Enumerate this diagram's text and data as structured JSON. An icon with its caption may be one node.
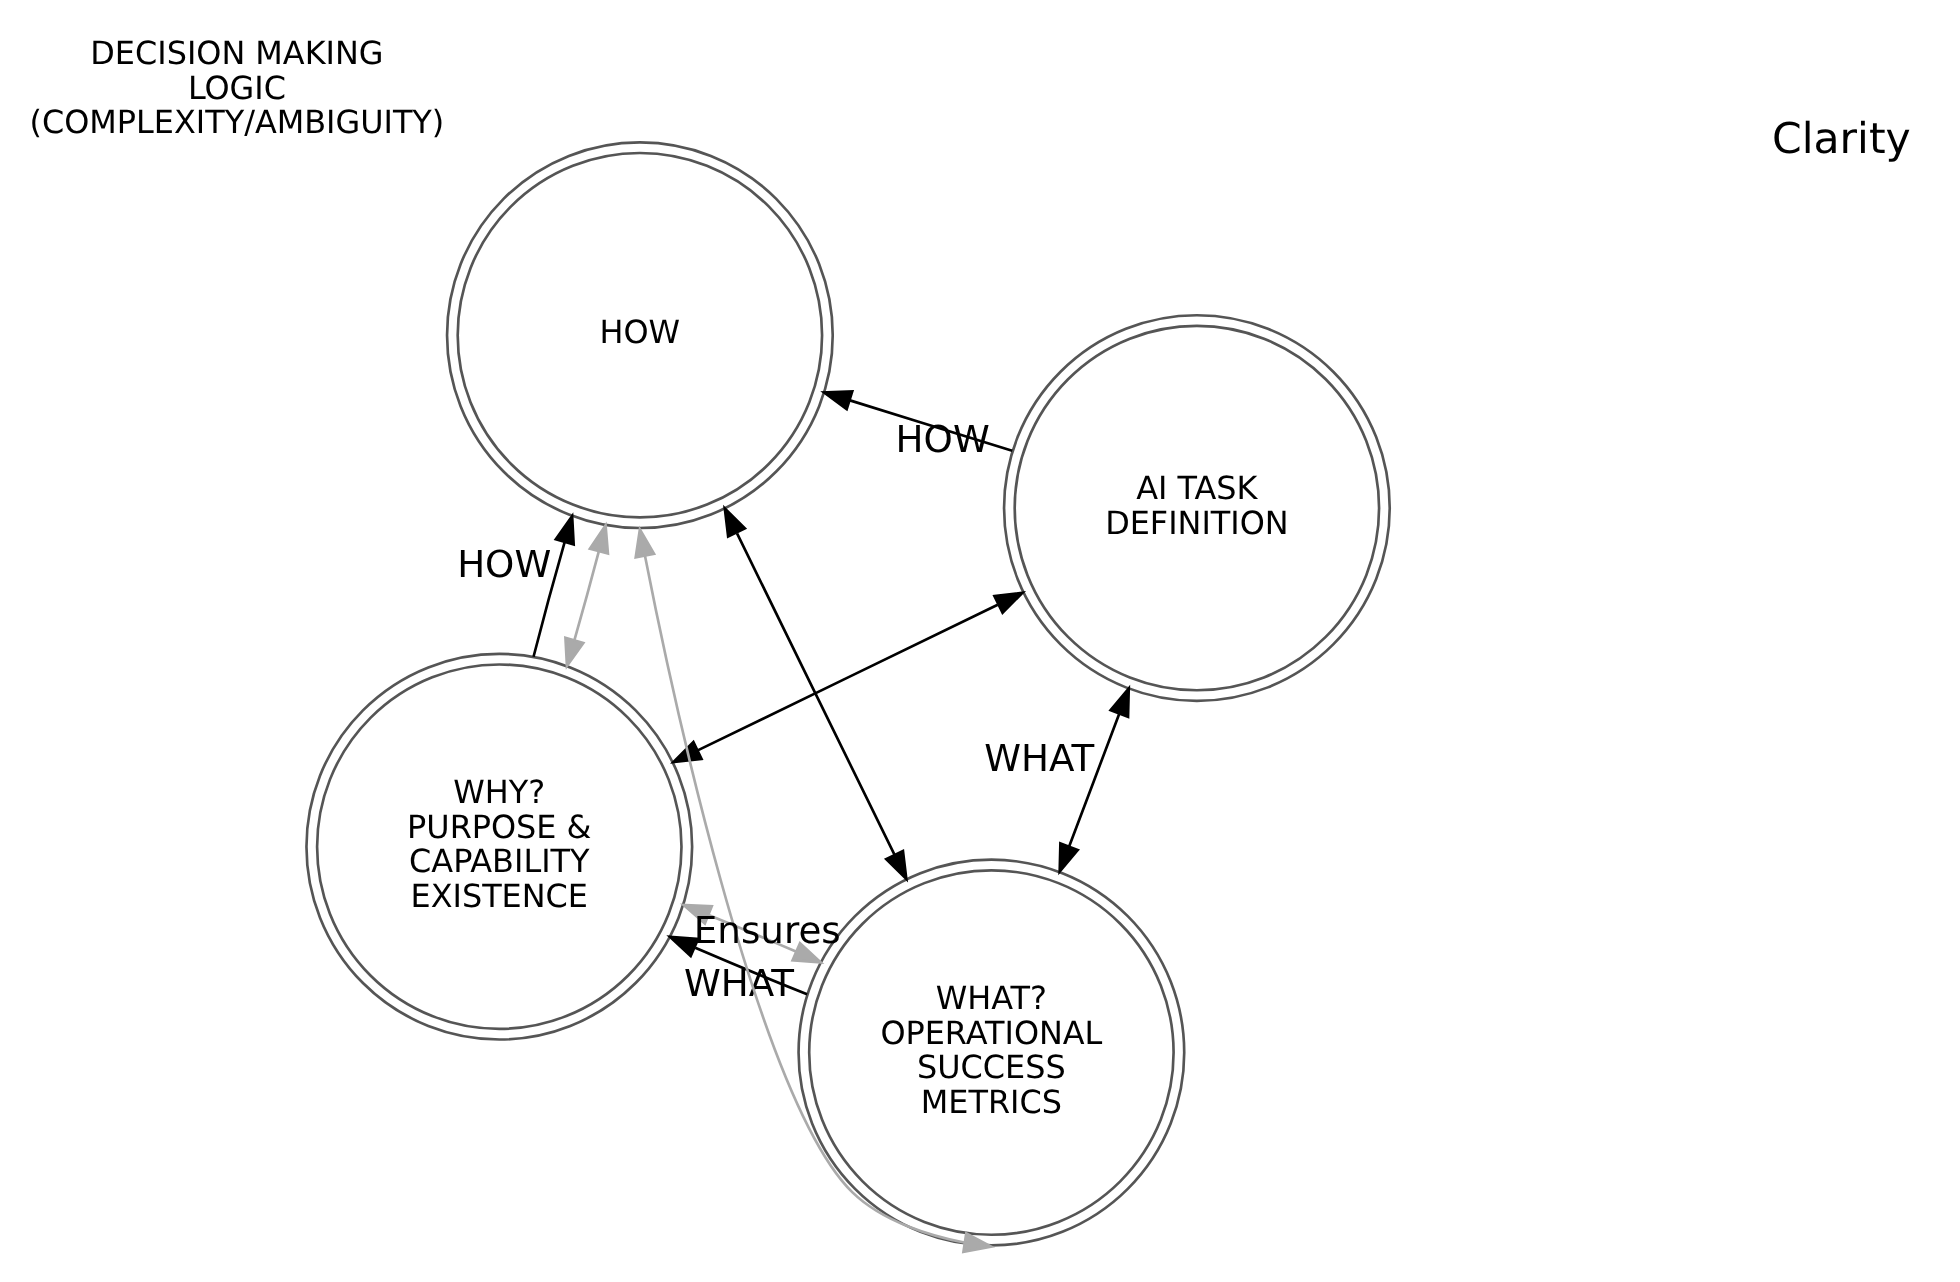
{
  "diagram": {
    "nodes": [
      {
        "text": [
          "WHY?",
          "PURPOSE & CAPABILITY EXISTENCE"
        ]
      },
      {
        "text": [
          "AI TASK DEFINITION"
        ]
      },
      {
        "text": [
          "WHAT?",
          "OPERATIONAL SUCCESS METRICS"
        ]
      },
      {
        "text": [
          "HOW"
        ],
        "beside": [
          "DECISION MAKING LOGIC (COMPLEXITY/AMBIGUITY)"
        ]
      }
    ],
    "edges": [
      {
        "from": 2,
        "to": 0,
        "arrow": "to",
        "label": "WHAT"
      },
      {
        "from": 0,
        "to": 3,
        "arrow": "to",
        "label": "HOW"
      },
      {
        "from": 0,
        "to": 1,
        "arrow": "both"
      },
      {
        "from": 1,
        "to": 2,
        "arrow": "both",
        "label": "WHAT"
      },
      {
        "from": 1,
        "to": 3,
        "arrow": "to",
        "label": "HOW"
      },
      {
        "from": 2,
        "to": 3,
        "arrow": "both"
      },
      {
        "from": 0,
        "to": 2,
        "arrow": "both",
        "color": "#aaaaaa"
      },
      {
        "from": 0,
        "to": 3,
        "arrow": "both",
        "color": "#aaaaaa"
      },
      {
        "from": 2,
        "to": 3,
        "arrow": "both",
        "label": "Ensures",
        "color": "#aaaaaa"
      }
    ],
    "labels": [
      "Clarity"
    ]
  }
}
